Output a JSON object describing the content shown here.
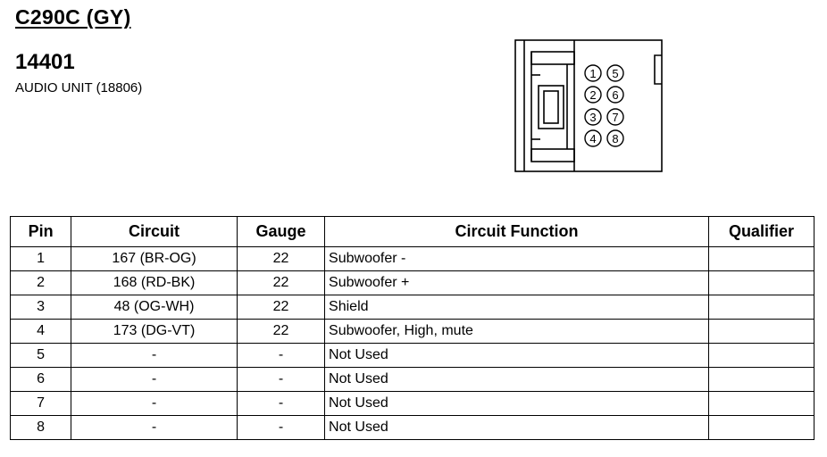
{
  "connector": {
    "title": "C290C (GY)",
    "part_number": "14401",
    "part_name": "AUDIO UNIT (18806)"
  },
  "diagram": {
    "pin_labels": [
      "1",
      "2",
      "3",
      "4",
      "5",
      "6",
      "7",
      "8"
    ]
  },
  "table": {
    "headers": [
      "Pin",
      "Circuit",
      "Gauge",
      "Circuit Function",
      "Qualifier"
    ],
    "rows": [
      {
        "pin": "1",
        "circuit": "167 (BR-OG)",
        "gauge": "22",
        "function": "Subwoofer -",
        "qualifier": ""
      },
      {
        "pin": "2",
        "circuit": "168 (RD-BK)",
        "gauge": "22",
        "function": "Subwoofer +",
        "qualifier": ""
      },
      {
        "pin": "3",
        "circuit": "48 (OG-WH)",
        "gauge": "22",
        "function": "Shield",
        "qualifier": ""
      },
      {
        "pin": "4",
        "circuit": "173 (DG-VT)",
        "gauge": "22",
        "function": "Subwoofer, High, mute",
        "qualifier": ""
      },
      {
        "pin": "5",
        "circuit": "-",
        "gauge": "-",
        "function": "Not Used",
        "qualifier": ""
      },
      {
        "pin": "6",
        "circuit": "-",
        "gauge": "-",
        "function": "Not Used",
        "qualifier": ""
      },
      {
        "pin": "7",
        "circuit": "-",
        "gauge": "-",
        "function": "Not Used",
        "qualifier": ""
      },
      {
        "pin": "8",
        "circuit": "-",
        "gauge": "-",
        "function": "Not Used",
        "qualifier": ""
      }
    ]
  }
}
